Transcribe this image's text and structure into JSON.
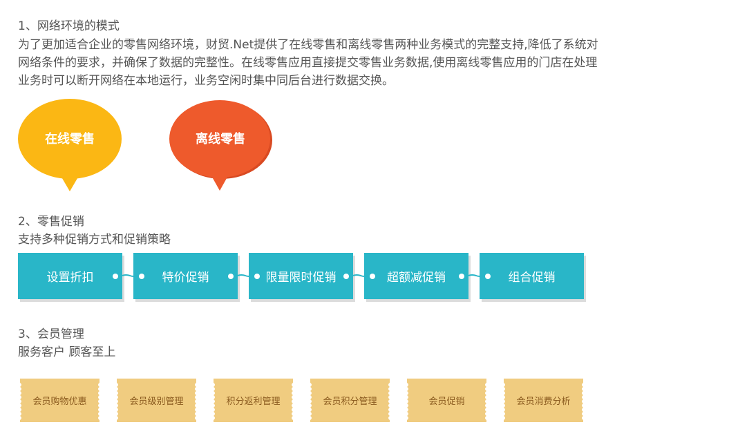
{
  "section1": {
    "title": "1、网络环境的模式",
    "lines": [
      "为了更加适合企业的零售网络环境，财贸.Net提供了在线零售和离线零售两种业务模式的完整支持,降低了系统对",
      "网络条件的要求，并确保了数据的完整性。在线零售应用直接提交零售业务数据,使用离线零售应用的门店在处理",
      "业务时可以断开网络在本地运行，业务空闲时集中同后台进行数据交换。"
    ],
    "bubbles": [
      {
        "label": "在线零售",
        "color": "#fbb714"
      },
      {
        "label": "离线零售",
        "color": "#ee5a2c"
      }
    ]
  },
  "section2": {
    "title": "2、零售促销",
    "subtitle": "支持多种促销方式和促销策略",
    "color": "#29b6c8",
    "items": [
      "设置折扣",
      "特价促销",
      "限量限时促销",
      "超额减促销",
      "组合促销"
    ]
  },
  "section3": {
    "title": "3、会员管理",
    "subtitle": "服务客户 顾客至上",
    "color": "#f0cc80",
    "items": [
      "会员购物优惠",
      "会员级别管理",
      "积分返利管理",
      "会员积分管理",
      "会员促销",
      "会员消费分析"
    ]
  }
}
